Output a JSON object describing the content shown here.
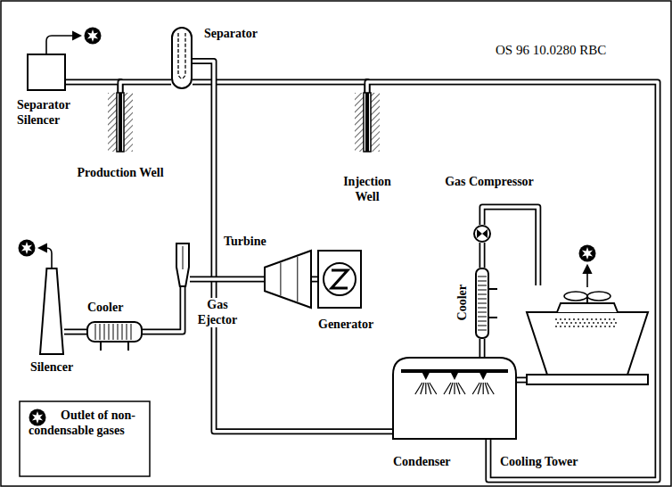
{
  "diagram": {
    "nodes": [
      {
        "text": [
          "Separator Silencer"
        ]
      },
      {
        "text": [
          "Separator"
        ]
      },
      {
        "text": [
          "Production Well"
        ]
      },
      {
        "text": [
          "Injection Well"
        ]
      },
      {
        "text": [
          "Gas Compressor"
        ]
      },
      {
        "text": [
          "Turbine"
        ]
      },
      {
        "text": [
          "Generator"
        ]
      },
      {
        "text": [
          "Cooler"
        ]
      },
      {
        "text": [
          "Gas Ejector"
        ]
      },
      {
        "text": [
          "Cooler"
        ]
      },
      {
        "text": [
          "Silencer"
        ]
      },
      {
        "text": [
          "Condenser"
        ]
      },
      {
        "text": [
          "Cooling Tower"
        ]
      }
    ],
    "edges": [
      {
        "from": 2,
        "to": 0,
        "arrow": "none"
      },
      {
        "from": 2,
        "to": 1,
        "arrow": "none"
      },
      {
        "from": 1,
        "to": 3,
        "arrow": "none"
      },
      {
        "from": 1,
        "to": 11,
        "arrow": "none"
      },
      {
        "from": 5,
        "to": 6,
        "arrow": "none"
      },
      {
        "from": 5,
        "to": 8,
        "arrow": "none"
      },
      {
        "from": 8,
        "to": 7,
        "arrow": "none"
      },
      {
        "from": 7,
        "to": 10,
        "arrow": "none"
      },
      {
        "from": 11,
        "to": 9,
        "arrow": "none"
      },
      {
        "from": 9,
        "to": 4,
        "arrow": "none"
      },
      {
        "from": 4,
        "to": 12,
        "arrow": "none"
      },
      {
        "from": 11,
        "to": 12,
        "arrow": "none"
      },
      {
        "from": 11,
        "to": 3,
        "arrow": "none"
      }
    ],
    "labels": [
      "OS 96 10.0280 RBC"
    ],
    "legend": [
      {
        "text": "Outlet of non-condensable gases"
      }
    ]
  }
}
